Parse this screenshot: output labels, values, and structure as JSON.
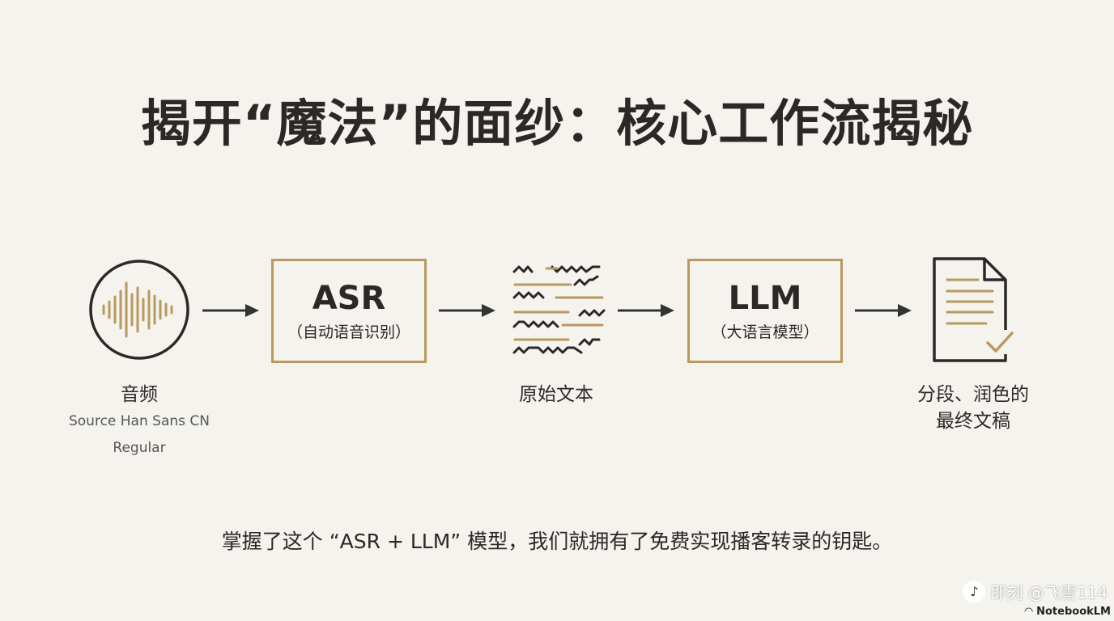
{
  "title": "揭开“魔法”的面纱：核心工作流揭秘",
  "flow": {
    "audio": {
      "label": "音频",
      "sublabel": "Source Han Sans CN Regular"
    },
    "asr": {
      "title": "ASR",
      "subtitle": "（自动语音识别）"
    },
    "raw_text": {
      "label": "原始文本"
    },
    "llm": {
      "title": "LLM",
      "subtitle": "（大语言模型）"
    },
    "final": {
      "label_line1": "分段、润色的",
      "label_line2": "最终文稿"
    }
  },
  "bottom_text": "掌握了这个 “ASR + LLM” 模型，我们就拥有了免费实现播客转录的钥匙。",
  "watermark": {
    "text": "即刻 @飞雪114",
    "brand": "NotebookLM"
  },
  "colors": {
    "background": "#f5f3ee",
    "accent": "#b8995e",
    "ink": "#2b2926"
  }
}
